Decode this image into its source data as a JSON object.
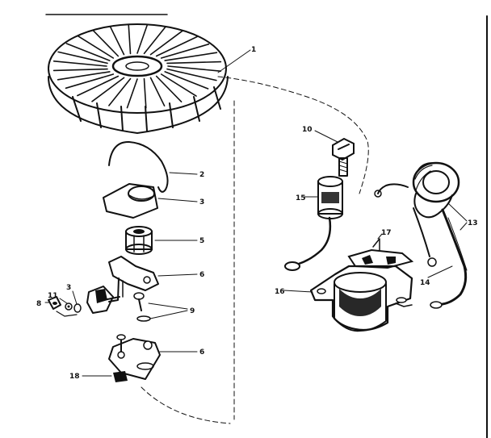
{
  "diagram": {
    "type": "exploded-parts",
    "callouts": [
      {
        "id": "1",
        "label": "1"
      },
      {
        "id": "2",
        "label": "2"
      },
      {
        "id": "3a",
        "label": "3"
      },
      {
        "id": "3b",
        "label": "3"
      },
      {
        "id": "5",
        "label": "5"
      },
      {
        "id": "6a",
        "label": "6"
      },
      {
        "id": "6b",
        "label": "6"
      },
      {
        "id": "8",
        "label": "8"
      },
      {
        "id": "9",
        "label": "9"
      },
      {
        "id": "10",
        "label": "10"
      },
      {
        "id": "11",
        "label": "11"
      },
      {
        "id": "13",
        "label": "13"
      },
      {
        "id": "14",
        "label": "14"
      },
      {
        "id": "15",
        "label": "15"
      },
      {
        "id": "16",
        "label": "16"
      },
      {
        "id": "17",
        "label": "17"
      },
      {
        "id": "18",
        "label": "18"
      }
    ],
    "parts": [
      {
        "name": "flywheel"
      },
      {
        "name": "spring-clip"
      },
      {
        "name": "dust-cover"
      },
      {
        "name": "cam-bushing"
      },
      {
        "name": "breaker-arm"
      },
      {
        "name": "breaker-point-set"
      },
      {
        "name": "screw-and-washer"
      },
      {
        "name": "cam-plate"
      },
      {
        "name": "felt-wick"
      },
      {
        "name": "terminal-screw"
      },
      {
        "name": "condenser"
      },
      {
        "name": "ignition-coil"
      },
      {
        "name": "ground-lead"
      },
      {
        "name": "stator-plate"
      },
      {
        "name": "armature-bracket"
      }
    ]
  }
}
